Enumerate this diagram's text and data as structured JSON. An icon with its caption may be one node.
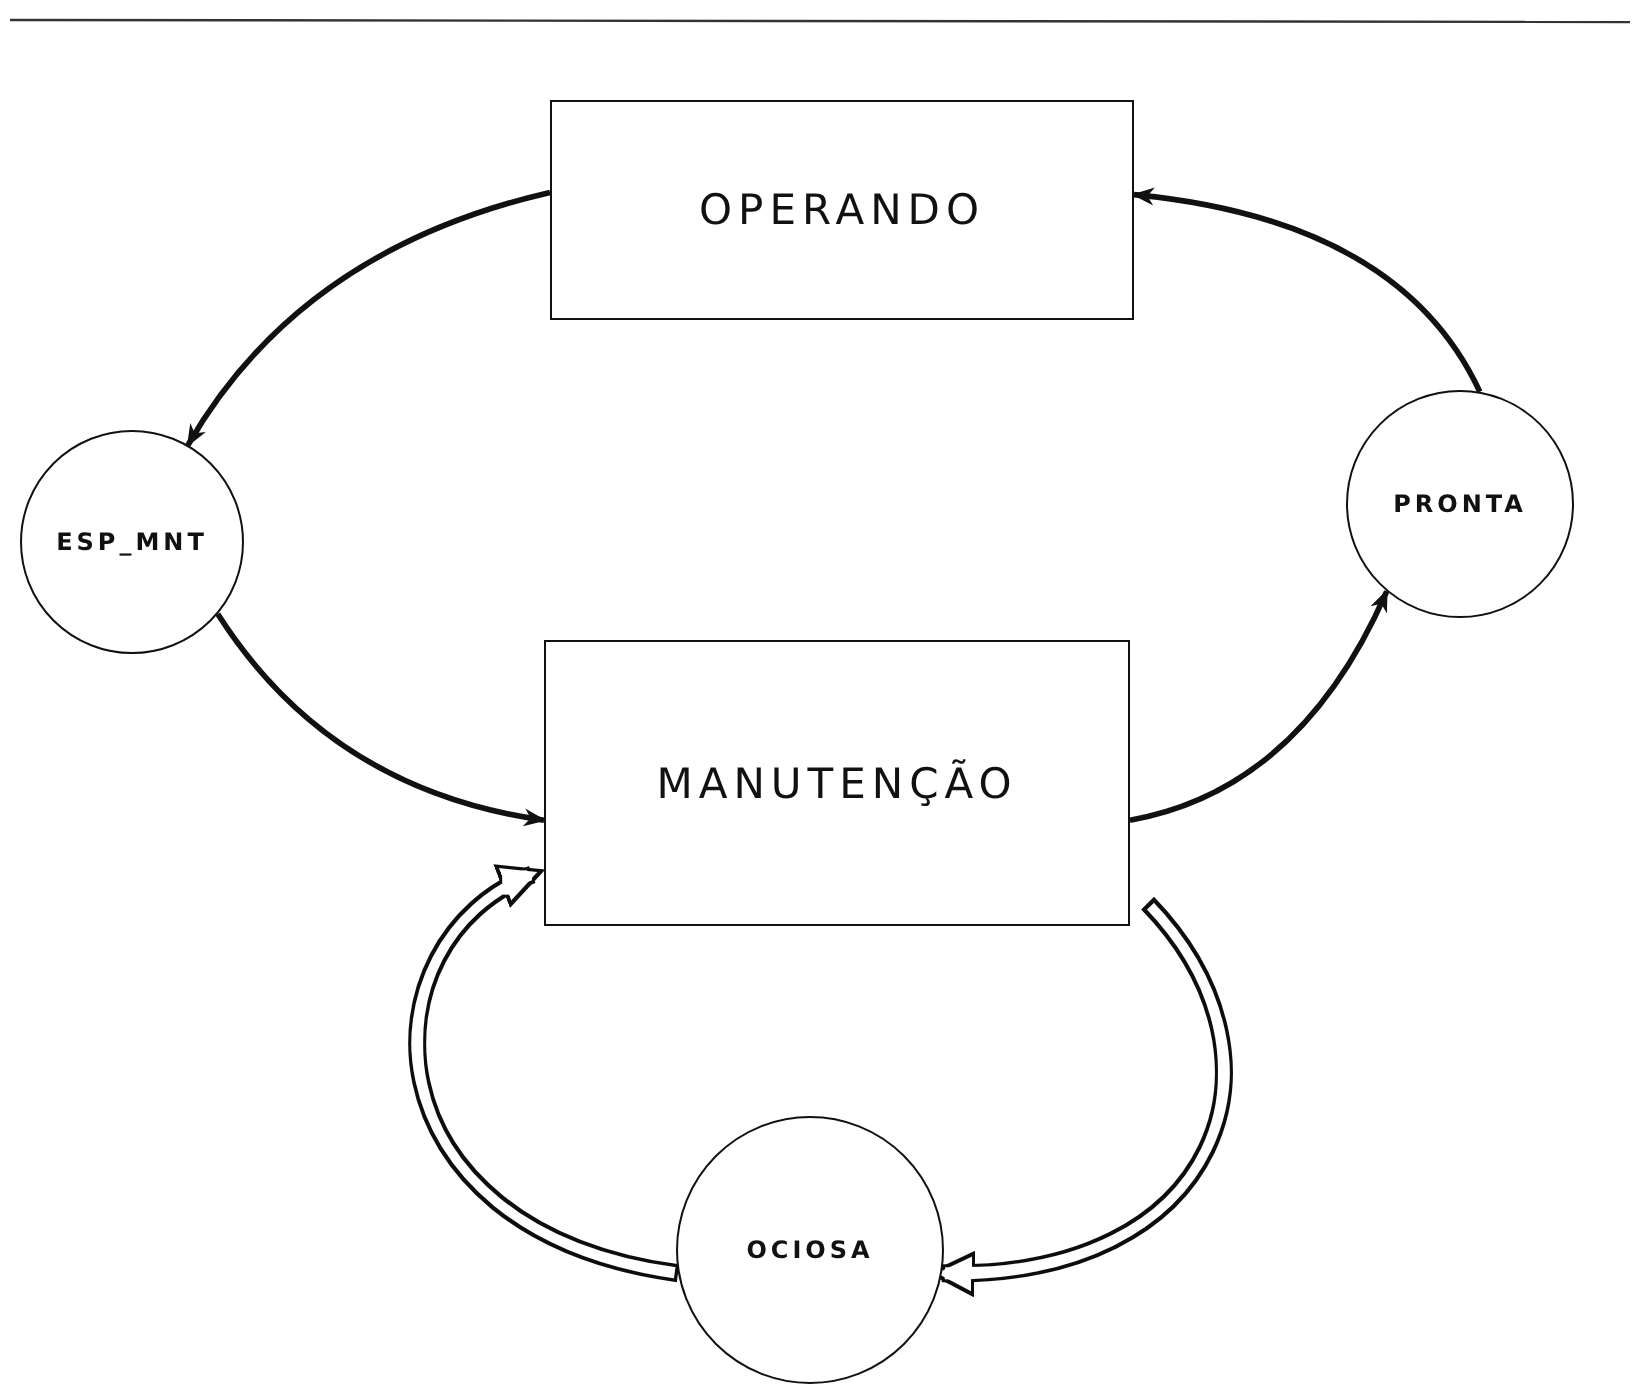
{
  "diagram": {
    "nodes": [
      {
        "text": [
          "OPERANDO"
        ]
      },
      {
        "text": [
          "ESP_MNT"
        ]
      },
      {
        "text": [
          "PRONTA"
        ]
      },
      {
        "text": [
          "MANUTENÇÃO"
        ]
      },
      {
        "text": [
          "OCIOSA"
        ]
      }
    ],
    "edges": [
      {
        "from": 0,
        "to": 1,
        "arrow": "to"
      },
      {
        "from": 1,
        "to": 3,
        "arrow": "to"
      },
      {
        "from": 3,
        "to": 2,
        "arrow": "to"
      },
      {
        "from": 2,
        "to": 0,
        "arrow": "to"
      },
      {
        "from": 3,
        "to": 4,
        "arrow": "to",
        "style": "thick"
      },
      {
        "from": 4,
        "to": 3,
        "arrow": "to",
        "style": "thick"
      }
    ]
  }
}
